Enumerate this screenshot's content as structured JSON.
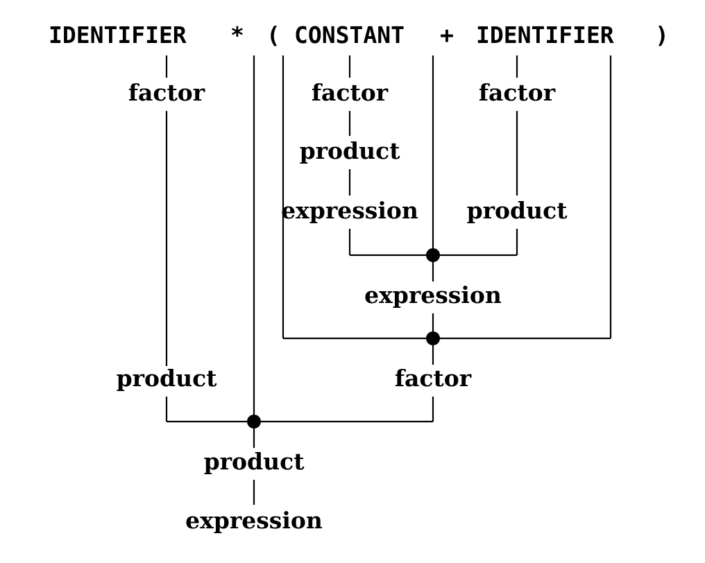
{
  "diagram": {
    "tokens": {
      "identifier_1": "IDENTIFIER",
      "times": "*",
      "lparen": "(",
      "constant": "CONSTANT",
      "plus": "+",
      "identifier_2": "IDENTIFIER",
      "rparen": ")"
    },
    "nodes": {
      "factor_identifier_1": "factor",
      "factor_constant": "factor",
      "factor_identifier_2": "factor",
      "product_constant": "product",
      "expression_constant": "expression",
      "product_identifier_2": "product",
      "expression_sum": "expression",
      "factor_parenthesized": "factor",
      "product_identifier_1": "product",
      "product_result": "product",
      "expression_root": "expression"
    }
  }
}
